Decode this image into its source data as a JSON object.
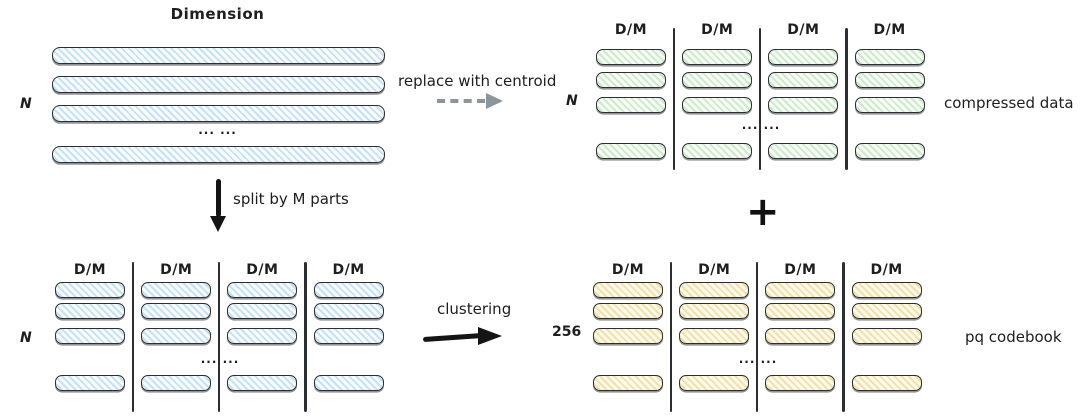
{
  "diagram": {
    "original_matrix": {
      "title": "Dimension",
      "row_count_label": "N",
      "ellipsis": "... ..."
    },
    "split_matrix": {
      "row_count_label": "N",
      "column_header": "D/M",
      "ellipsis": "... ..."
    },
    "compressed_matrix": {
      "row_count_label": "N",
      "column_header": "D/M",
      "ellipsis": "... ...",
      "caption": "compressed data"
    },
    "codebook_matrix": {
      "row_count_label": "256",
      "column_header": "D/M",
      "ellipsis": "... ...",
      "caption": "pq codebook"
    },
    "arrows": {
      "split_label": "split by M parts",
      "centroid_label": "replace with centroid",
      "clustering_label": "clustering",
      "plus": "+"
    },
    "colors": {
      "vector_blue": "#c7e2f4",
      "centroid_green": "#cdebcb",
      "codebook_yellow": "#f2e2a9",
      "ink": "#1e1e1e",
      "arrow_gray": "#8d959c"
    }
  }
}
